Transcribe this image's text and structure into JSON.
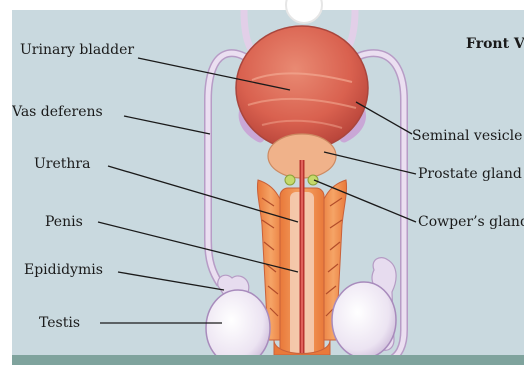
{
  "title": "Front V",
  "labels": {
    "urinary_bladder": "Urinary bladder",
    "vas_deferens": "Vas deferens",
    "urethra": "Urethra",
    "penis": "Penis",
    "epididymis": "Epididymis",
    "testis": "Testis",
    "seminal_vesicle": "Seminal vesicle",
    "prostate_gland": "Prostate gland",
    "cowpers_gland": "Cowper’s gland"
  },
  "colors": {
    "background": "#c9d9df",
    "floor": "#7fa39d",
    "bladder": "#d9614f",
    "prostate": "#f0b28a",
    "duct": "#e6d4ec",
    "testis": "#f1ecf6",
    "penis_tissue": "#f08a4a"
  }
}
